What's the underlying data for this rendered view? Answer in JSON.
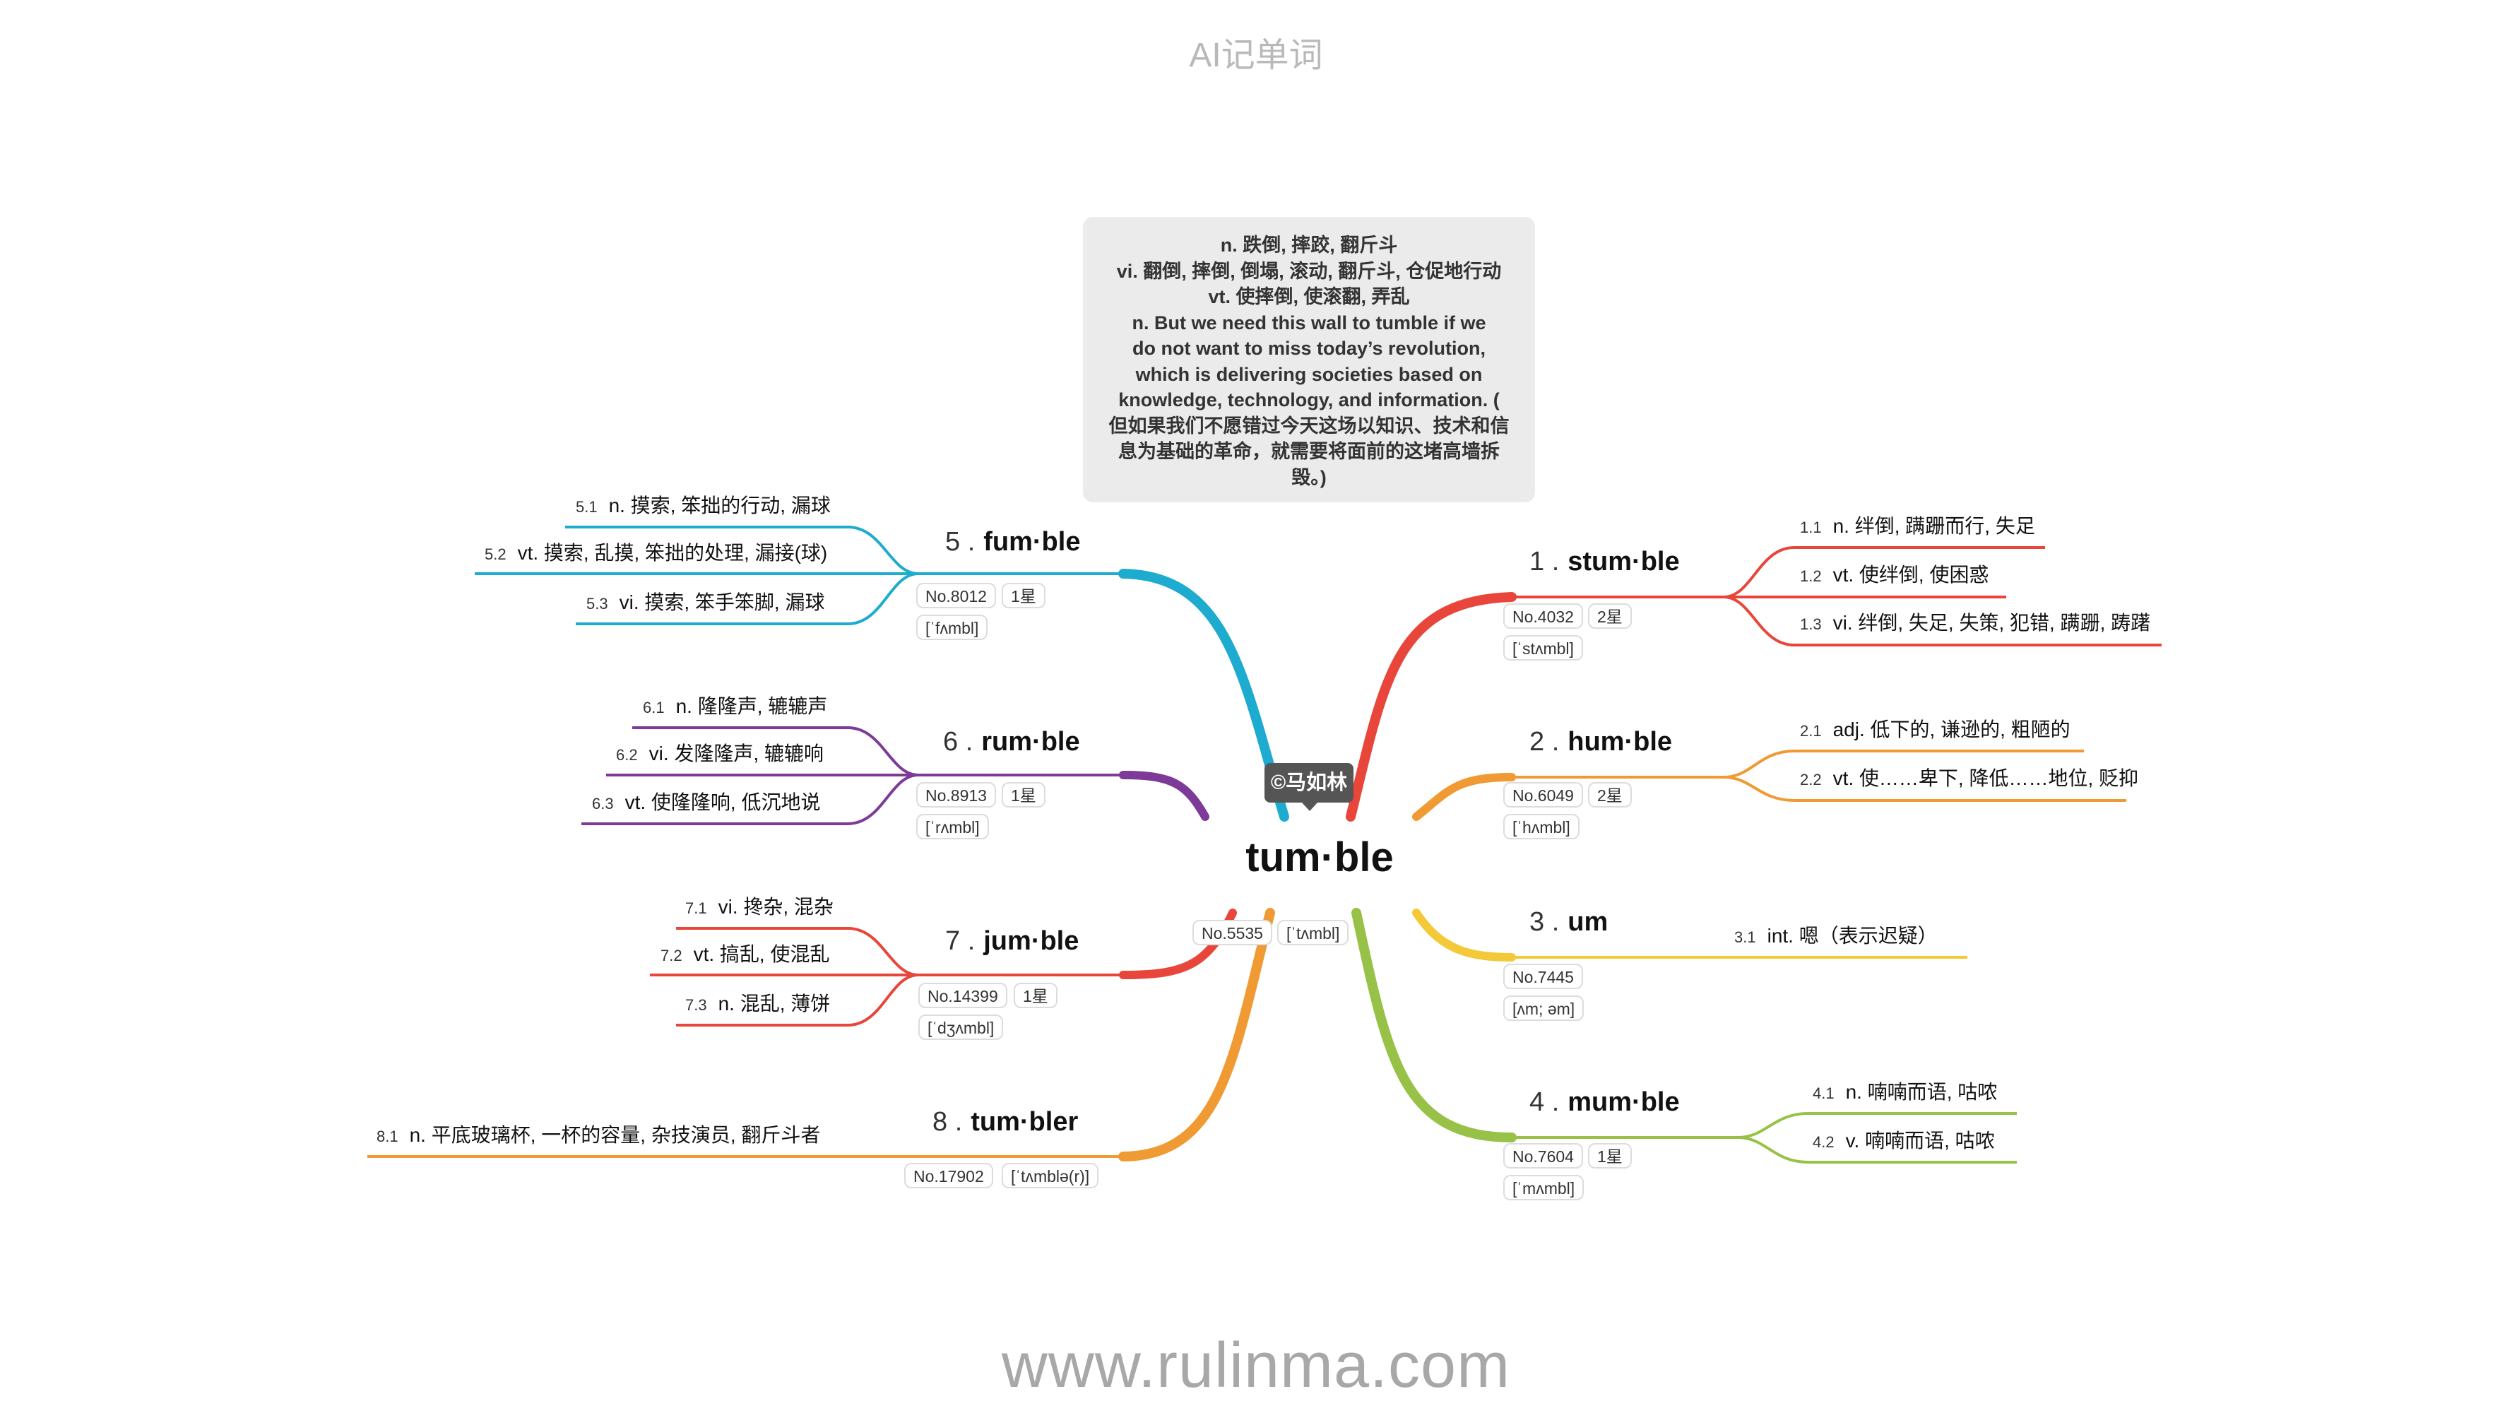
{
  "header": {
    "title": "AI记单词"
  },
  "footer": {
    "site": "www.rulinma.com"
  },
  "center": {
    "word": "tum·ble",
    "no": "No.5535",
    "phonetic": "[ˈtʌmbl]",
    "badge": "©马如林"
  },
  "note": {
    "lines": [
      "n. 跌倒, 摔跤, 翻斤斗",
      "vi. 翻倒, 摔倒, 倒塌, 滚动, 翻斤斗, 仓促地行动",
      "vt. 使摔倒, 使滚翻, 弄乱",
      "n. But we need this wall to tumble if we",
      "do not want to miss today’s revolution,",
      "which is delivering societies based on",
      "knowledge, technology, and information. (",
      "但如果我们不愿错过今天这场以知识、技术和信",
      "息为基础的革命，就需要将面前的这堵高墙拆",
      "毁。)"
    ]
  },
  "colors": {
    "b1": "#e8463a",
    "b2": "#f09a33",
    "b3": "#f3c93a",
    "b4": "#97c247",
    "b5": "#1eabd0",
    "b6": "#7d3a98",
    "b7": "#e8463a",
    "b8": "#f09a33"
  },
  "branches": [
    {
      "num": "1 .",
      "word": "stum·ble",
      "no": "No.4032",
      "stars": "2星",
      "phonetic": "[ˈstʌmbl]",
      "defs": [
        {
          "id": "1.1",
          "text": "n. 绊倒, 蹒跚而行, 失足"
        },
        {
          "id": "1.2",
          "text": "vt. 使绊倒, 使困惑"
        },
        {
          "id": "1.3",
          "text": "vi. 绊倒, 失足, 失策, 犯错, 蹒跚, 踌躇"
        }
      ]
    },
    {
      "num": "2 .",
      "word": "hum·ble",
      "no": "No.6049",
      "stars": "2星",
      "phonetic": "[ˈhʌmbl]",
      "defs": [
        {
          "id": "2.1",
          "text": "adj. 低下的, 谦逊的, 粗陋的"
        },
        {
          "id": "2.2",
          "text": "vt. 使……卑下, 降低……地位, 贬抑"
        }
      ]
    },
    {
      "num": "3 .",
      "word": "um",
      "no": "No.7445",
      "phonetic": "[ʌm; əm]",
      "defs": [
        {
          "id": "3.1",
          "text": "int. 嗯（表示迟疑）"
        }
      ]
    },
    {
      "num": "4 .",
      "word": "mum·ble",
      "no": "No.7604",
      "stars": "1星",
      "phonetic": "[ˈmʌmbl]",
      "defs": [
        {
          "id": "4.1",
          "text": "n. 喃喃而语, 咕哝"
        },
        {
          "id": "4.2",
          "text": "v. 喃喃而语, 咕哝"
        }
      ]
    },
    {
      "num": "5 .",
      "word": "fum·ble",
      "no": "No.8012",
      "stars": "1星",
      "phonetic": "[ˈfʌmbl]",
      "defs": [
        {
          "id": "5.1",
          "text": "n. 摸索, 笨拙的行动, 漏球"
        },
        {
          "id": "5.2",
          "text": "vt. 摸索, 乱摸, 笨拙的处理, 漏接(球)"
        },
        {
          "id": "5.3",
          "text": "vi. 摸索, 笨手笨脚, 漏球"
        }
      ]
    },
    {
      "num": "6 .",
      "word": "rum·ble",
      "no": "No.8913",
      "stars": "1星",
      "phonetic": "[ˈrʌmbl]",
      "defs": [
        {
          "id": "6.1",
          "text": "n. 隆隆声, 辘辘声"
        },
        {
          "id": "6.2",
          "text": "vi. 发隆隆声, 辘辘响"
        },
        {
          "id": "6.3",
          "text": "vt. 使隆隆响, 低沉地说"
        }
      ]
    },
    {
      "num": "7 .",
      "word": "jum·ble",
      "no": "No.14399",
      "stars": "1星",
      "phonetic": "[ˈdʒʌmbl]",
      "defs": [
        {
          "id": "7.1",
          "text": "vi. 搀杂, 混杂"
        },
        {
          "id": "7.2",
          "text": "vt. 搞乱, 使混乱"
        },
        {
          "id": "7.3",
          "text": "n. 混乱, 薄饼"
        }
      ]
    },
    {
      "num": "8 .",
      "word": "tum·bler",
      "no": "No.17902",
      "phonetic": "[ˈtʌmblə(r)]",
      "defs": [
        {
          "id": "8.1",
          "text": "n. 平底玻璃杯, 一杯的容量, 杂技演员, 翻斤斗者"
        }
      ]
    }
  ]
}
